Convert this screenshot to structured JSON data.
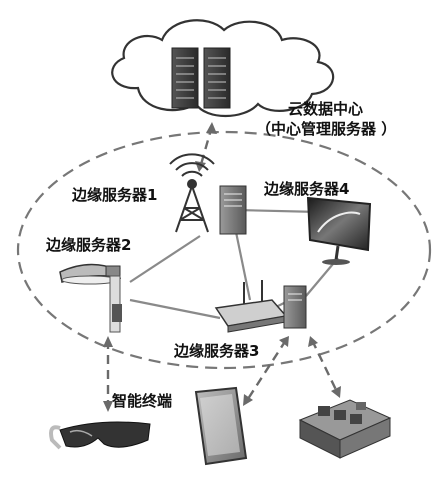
{
  "labels": {
    "cloud_title": "云数据中心",
    "cloud_subtitle": "（中心管理服务器 ）",
    "edge1": "边缘服务器1",
    "edge2": "边缘服务器2",
    "edge3": "边缘服务器3",
    "edge4": "边缘服务器4",
    "terminal": "智能终端"
  },
  "colors": {
    "line": "#8a8a8a",
    "dash": "#6a6a6a",
    "device_dark": "#3a3a3a",
    "device_mid": "#8c8c8c",
    "device_light": "#d6d6d6"
  },
  "icons": [
    "cloud-icon",
    "server-rack-icon",
    "antenna-tower-icon",
    "server-icon",
    "monitor-icon",
    "street-lamp-icon",
    "router-icon",
    "smart-glasses-icon",
    "smartphone-icon",
    "circuit-board-icon"
  ]
}
